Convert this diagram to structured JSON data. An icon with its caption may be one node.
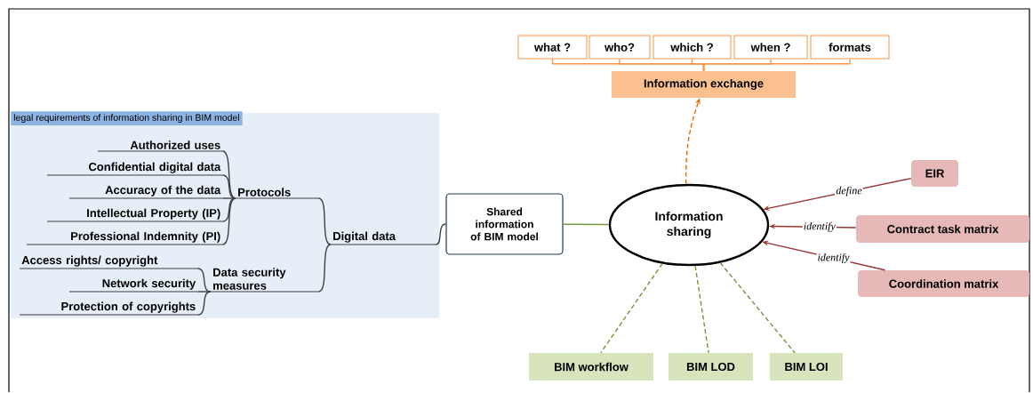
{
  "diagram": {
    "nodes": [
      {
        "text": [
          "legal requirements of information sharing in BIM model"
        ]
      },
      {
        "text": [
          "Authorized uses"
        ],
        "in": 0
      },
      {
        "text": [
          "Confidential digital data"
        ],
        "in": 0
      },
      {
        "text": [
          "Accuracy of the data"
        ],
        "in": 0
      },
      {
        "text": [
          "Intellectual Property (IP)"
        ],
        "in": 0
      },
      {
        "text": [
          "Professional Indemnity (PI)"
        ],
        "in": 0
      },
      {
        "text": [
          "Protocols"
        ],
        "in": 0
      },
      {
        "text": [
          "Access rights/ copyright"
        ],
        "in": 0
      },
      {
        "text": [
          "Network security"
        ],
        "in": 0
      },
      {
        "text": [
          "Protection of copyrights"
        ],
        "in": 0
      },
      {
        "text": [
          "Data security measures"
        ],
        "in": 0
      },
      {
        "text": [
          "Digital data"
        ],
        "in": 0
      },
      {
        "text": [
          "Shared information of BIM model"
        ]
      },
      {
        "text": [
          "Information sharing"
        ]
      },
      {
        "text": [
          "Information exchange"
        ]
      },
      {
        "text": [
          "what ?"
        ]
      },
      {
        "text": [
          "who?"
        ]
      },
      {
        "text": [
          "which ?"
        ]
      },
      {
        "text": [
          "when ?"
        ]
      },
      {
        "text": [
          "formats"
        ]
      },
      {
        "text": [
          "EIR"
        ]
      },
      {
        "text": [
          "Contract task matrix"
        ]
      },
      {
        "text": [
          "Coordination matrix"
        ]
      },
      {
        "text": [
          "BIM workflow"
        ]
      },
      {
        "text": [
          "BIM LOD"
        ]
      },
      {
        "text": [
          "BIM LOI"
        ]
      }
    ],
    "edges": [
      {
        "from": 6,
        "to": 1,
        "arrow": "none"
      },
      {
        "from": 6,
        "to": 2,
        "arrow": "none"
      },
      {
        "from": 6,
        "to": 3,
        "arrow": "none"
      },
      {
        "from": 6,
        "to": 4,
        "arrow": "none"
      },
      {
        "from": 6,
        "to": 5,
        "arrow": "none"
      },
      {
        "from": 10,
        "to": 7,
        "arrow": "none"
      },
      {
        "from": 10,
        "to": 8,
        "arrow": "none"
      },
      {
        "from": 10,
        "to": 9,
        "arrow": "none"
      },
      {
        "from": 11,
        "to": 6,
        "arrow": "none"
      },
      {
        "from": 11,
        "to": 10,
        "arrow": "none"
      },
      {
        "from": 12,
        "to": 11,
        "arrow": "none"
      },
      {
        "from": 12,
        "to": 13,
        "arrow": "none",
        "color": "#77933c"
      },
      {
        "from": 13,
        "to": 14,
        "arrow": "to",
        "style": "dashed",
        "color": "#e46c0a"
      },
      {
        "from": 14,
        "to": 15,
        "arrow": "none",
        "color": "#f79646"
      },
      {
        "from": 14,
        "to": 16,
        "arrow": "none",
        "color": "#f79646"
      },
      {
        "from": 14,
        "to": 17,
        "arrow": "none",
        "color": "#f79646"
      },
      {
        "from": 14,
        "to": 18,
        "arrow": "none",
        "color": "#f79646"
      },
      {
        "from": 14,
        "to": 19,
        "arrow": "none",
        "color": "#f79646"
      },
      {
        "from": 20,
        "to": 13,
        "arrow": "to",
        "label": "define",
        "color": "#953735"
      },
      {
        "from": 21,
        "to": 13,
        "arrow": "to",
        "label": "identify",
        "color": "#953735"
      },
      {
        "from": 22,
        "to": 13,
        "arrow": "to",
        "label": "identify",
        "color": "#953735"
      },
      {
        "from": 13,
        "to": 23,
        "arrow": "none",
        "style": "dashed",
        "color": "#77933c"
      },
      {
        "from": 13,
        "to": 24,
        "arrow": "none",
        "style": "dashed",
        "color": "#77933c"
      },
      {
        "from": 13,
        "to": 25,
        "arrow": "none",
        "style": "dashed",
        "color": "#77933c"
      }
    ]
  }
}
